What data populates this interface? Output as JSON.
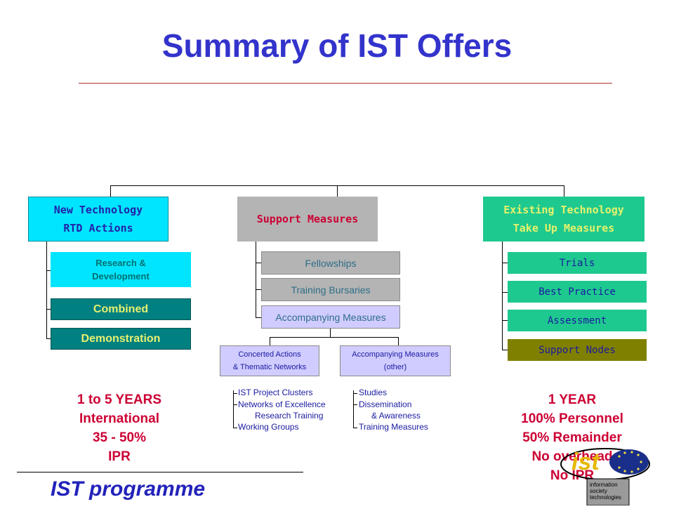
{
  "title": "Summary of IST Offers",
  "top_boxes": {
    "new_tech": [
      "New Technology",
      "RTD Actions"
    ],
    "support": "Support Measures",
    "existing": [
      "Existing Technology",
      "Take Up Measures"
    ]
  },
  "left_items": [
    "Research &",
    "Development",
    "Combined",
    "Demonstration"
  ],
  "middle_items": [
    "Fellowships",
    "Training Bursaries",
    "Accompanying Measures"
  ],
  "sub_boxes": {
    "concerted": [
      "Concerted Actions",
      "& Thematic  Networks"
    ],
    "accomp_other": [
      "Accompanying Measures",
      "(other)"
    ]
  },
  "concerted_list": [
    "IST Project Clusters",
    "Networks of Excellence",
    "Research Training",
    "Working Groups"
  ],
  "accomp_list": [
    "Studies",
    "Dissemination",
    "& Awareness",
    "Training Measures"
  ],
  "right_items": [
    "Trials",
    "Best Practice",
    "Assessment",
    "Support Nodes"
  ],
  "left_summary": [
    "1 to 5 YEARS",
    "International",
    "35 - 50%",
    "IPR"
  ],
  "right_summary": [
    "1 YEAR",
    "100% Personnel",
    "50% Remainder",
    "No overhead",
    "No IPR"
  ],
  "footer": "IST programme",
  "logo": {
    "mark": "ist",
    "text": [
      "information",
      "society",
      "technologies"
    ]
  },
  "colors": {
    "cyan": "#00e5ff",
    "teal": "#008080",
    "green": "#1ec98f",
    "olive": "#808000",
    "gray": "#b4b4b4",
    "lavender": "#d0ccff",
    "title": "#3333cc",
    "red": "#cc0033"
  }
}
